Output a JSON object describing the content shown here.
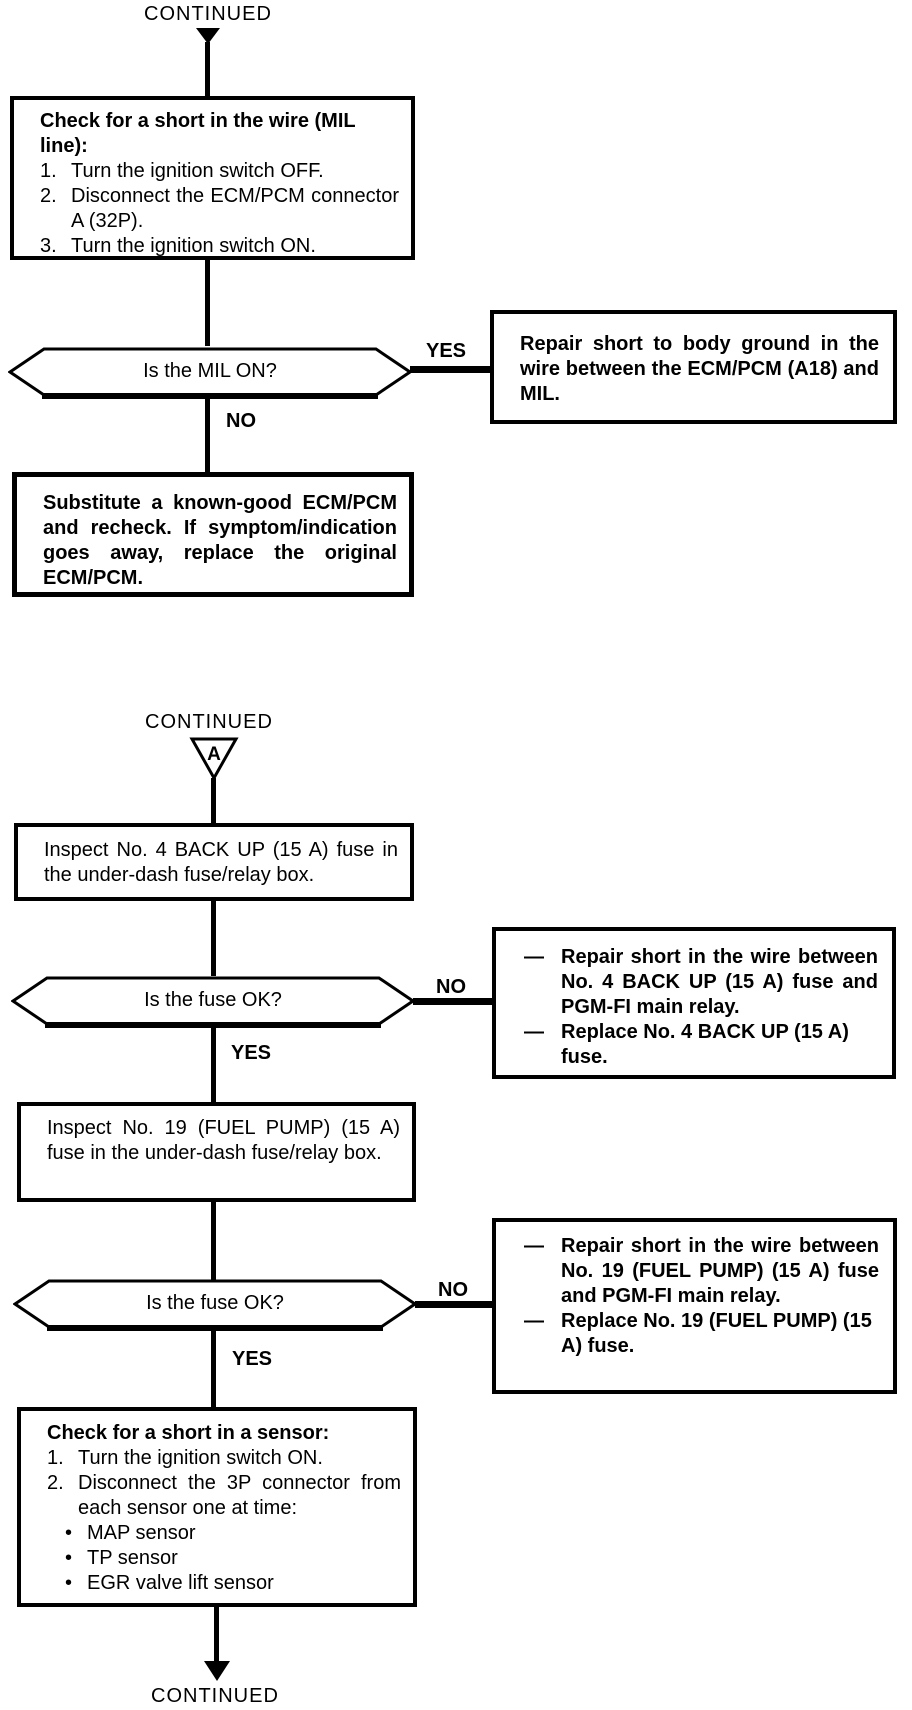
{
  "colors": {
    "ink": "#000000",
    "paper": "#ffffff"
  },
  "section1": {
    "continued": "CONTINUED",
    "check_box": {
      "title": "Check for a short in the wire (MIL line):",
      "steps": [
        {
          "num": "1.",
          "text": "Turn the ignition switch OFF."
        },
        {
          "num": "2.",
          "text": "Disconnect the ECM/PCM connector A (32P)."
        },
        {
          "num": "3.",
          "text": "Turn the ignition switch ON."
        }
      ]
    },
    "decision": {
      "question": "Is the MIL ON?",
      "yes": "YES",
      "no": "NO"
    },
    "repair_box": {
      "text": "Repair short to body ground in the wire between the ECM/PCM (A18) and MIL."
    },
    "substitute_box": {
      "text": "Substitute a known-good ECM/PCM and recheck. If symptom/indication goes away, replace the original ECM/PCM."
    }
  },
  "section2": {
    "continued": "CONTINUED",
    "connector_letter": "A",
    "fuse4_box": {
      "text": "Inspect No. 4 BACK UP (15 A) fuse in the under-dash fuse/relay box."
    },
    "fuse4_decision": {
      "question": "Is the fuse OK?",
      "yes": "YES",
      "no": "NO"
    },
    "fuse4_no_box": {
      "dash": "—",
      "items": [
        "Repair short in the wire between No. 4 BACK UP (15 A) fuse and PGM-FI main relay.",
        "Replace No. 4 BACK UP (15 A) fuse."
      ]
    },
    "fuse19_box": {
      "text": "Inspect No. 19 (FUEL PUMP) (15 A) fuse in the under-dash fuse/relay box."
    },
    "fuse19_decision": {
      "question": "Is the fuse OK?",
      "yes": "YES",
      "no": "NO"
    },
    "fuse19_no_box": {
      "dash": "—",
      "items": [
        "Repair short in the wire between No. 19 (FUEL PUMP) (15 A) fuse and PGM-FI main relay.",
        "Replace No. 19 (FUEL PUMP) (15 A) fuse."
      ]
    },
    "sensor_box": {
      "title": "Check for a short in a sensor:",
      "steps": [
        {
          "num": "1.",
          "text": "Turn the ignition switch ON."
        },
        {
          "num": "2.",
          "text": "Disconnect the 3P connector from each sensor one at time:"
        }
      ],
      "bullet": "•",
      "bullets": [
        "MAP sensor",
        "TP sensor",
        "EGR valve lift sensor"
      ]
    },
    "continued_bottom": "CONTINUED"
  }
}
